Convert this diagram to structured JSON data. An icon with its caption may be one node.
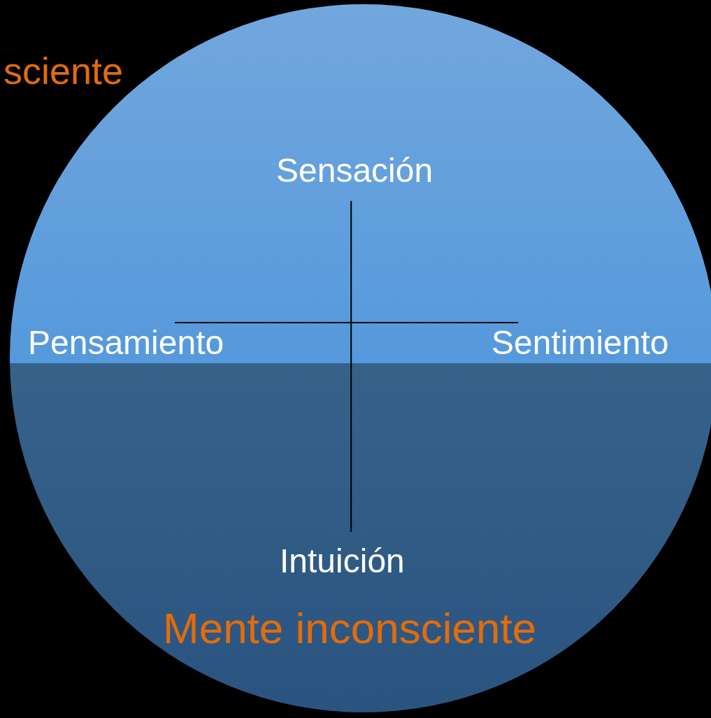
{
  "diagram": {
    "nodes": [
      {
        "text": [
          "Mente inconsciente"
        ]
      },
      {
        "text": [
          "Sensación"
        ],
        "in": 0
      },
      {
        "text": [
          "Pensamiento"
        ],
        "in": 0
      },
      {
        "text": [
          "Sentimiento"
        ],
        "in": 0
      },
      {
        "text": [
          "Intuición"
        ],
        "in": 0
      }
    ],
    "edges": [
      {
        "from": 1,
        "to": 4,
        "arrow": "none"
      },
      {
        "from": 2,
        "to": 3,
        "arrow": "none"
      }
    ],
    "labels": [
      "sciente"
    ]
  }
}
